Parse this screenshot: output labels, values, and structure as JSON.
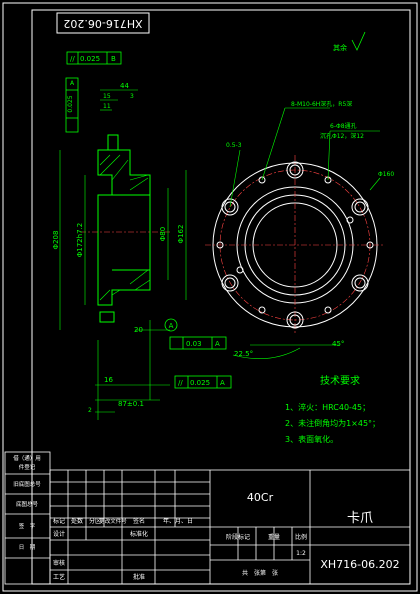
{
  "drawing_number_rotated": "XH716-06.202",
  "drawing_number": "XH716-06.202",
  "part_name": "卡爪",
  "material": "40Cr",
  "scale_value": "1:2",
  "sheet_total_label": "共　张第　张",
  "surface_note": "其余",
  "tech_requirements": {
    "title": "技术要求",
    "items": [
      "1、淬火：HRC40-45；",
      "2、未注倒角均为1×45°；",
      "3、表面氧化。"
    ]
  },
  "callouts": {
    "threaded_holes": "8-M10-6H深孔，R5深",
    "counterbore_holes": "6-Φ8通孔",
    "counterbore_detail": "沉孔Φ12，深12",
    "center_holes": "Φ160",
    "chamfer": "0.5-3",
    "angle_45": "45°",
    "angle_22": "22.5°"
  },
  "dimensions": {
    "top_tol": "0.025",
    "top_datum": "B",
    "d1": "44",
    "d2": "15",
    "d3": "11",
    "d4": "3",
    "d_left": "Φ208",
    "d_mid": "Φ172h7.2",
    "d_r1": "Φ80",
    "d_r2": "Φ162",
    "d_small": "20",
    "d_bot1": "16",
    "d_bot2": "87±0.1",
    "d_bot3": "2",
    "gdt1_val": "0.03",
    "gdt1_datum": "A",
    "gdt2_val": "0.025",
    "gdt2_datum": "A",
    "datum_A": "A",
    "tol_side": "0.025",
    "tol_side_datum": "A"
  },
  "side_block": {
    "r1a": "借（通）用",
    "r1b": "件登记",
    "r2": "旧底图总号",
    "r3": "底图总号",
    "r4": "签　字",
    "r5": "日　期"
  },
  "title_block": {
    "h_mark": "标记",
    "h_count": "处数",
    "h_zone": "分区",
    "h_docno": "更改文件号",
    "h_sign": "签名",
    "h_date": "年、月、日",
    "designer": "设计",
    "standardizer": "标准化",
    "reviewer": "审核",
    "process": "工艺",
    "approver": "批准",
    "stage_mark": "阶段标记",
    "weight": "重量",
    "scale": "比例"
  }
}
